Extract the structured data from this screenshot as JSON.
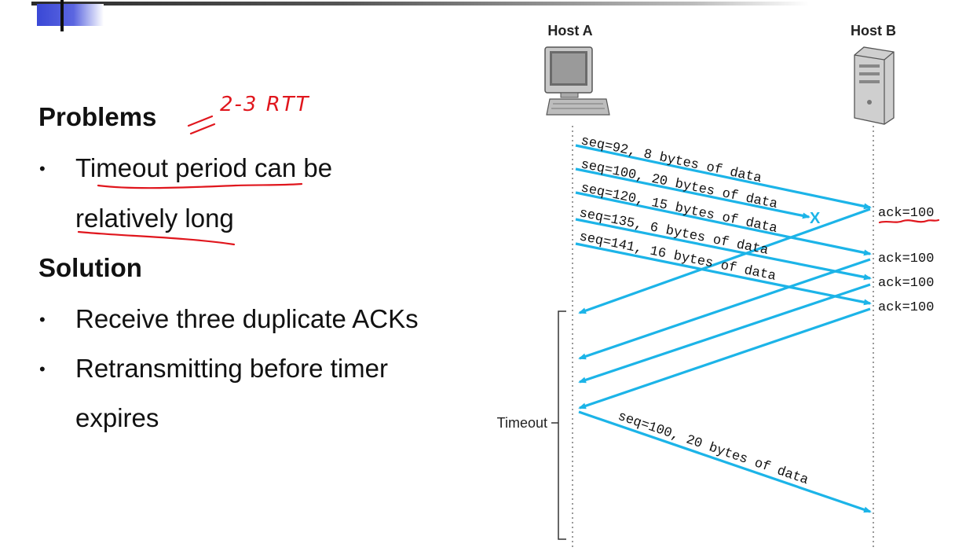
{
  "slide": {
    "problems_heading": "Problems",
    "problem_bullets": [
      "Timeout period can be",
      "relatively long"
    ],
    "solution_heading": "Solution",
    "solution_bullets": [
      "Receive three duplicate ACKs",
      "Retransmitting before timer",
      "expires"
    ],
    "bullet_glyph": "•",
    "handwritten_note": "2-3 RTT"
  },
  "diagram": {
    "host_a_label": "Host A",
    "host_b_label": "Host B",
    "timeout_label": "Timeout",
    "lost_marker": "X",
    "segments": [
      "seq=92, 8 bytes of data",
      "seq=100, 20 bytes of data",
      "seq=120, 15 bytes of data",
      "seq=135, 6 bytes of data",
      "seq=141, 16 bytes of data"
    ],
    "acks": [
      "ack=100",
      "ack=100",
      "ack=100",
      "ack=100"
    ],
    "retransmission": "seq=100, 20 bytes of data",
    "arrow_color": "#1cb4e8",
    "annotation_color": "#e0161d"
  }
}
